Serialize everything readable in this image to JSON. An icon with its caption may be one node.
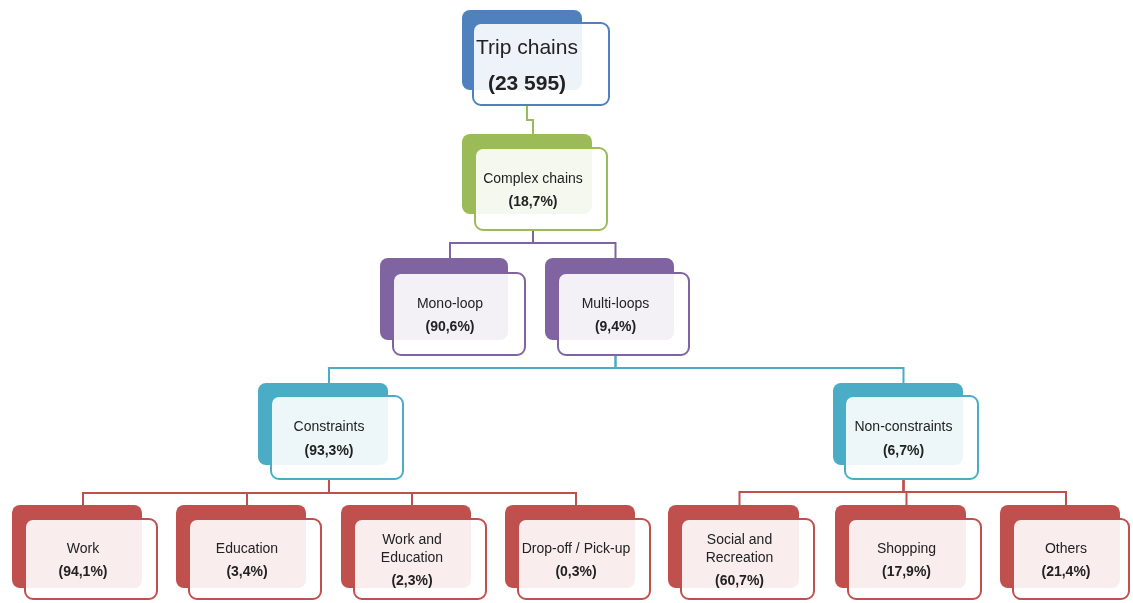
{
  "diagram": {
    "nodes": [
      {
        "text": [
          "Trip chains",
          "(23 595)"
        ]
      },
      {
        "text": [
          "Complex chains",
          "(18,7%)"
        ]
      },
      {
        "text": [
          "Mono-loop",
          "(90,6%)"
        ]
      },
      {
        "text": [
          "Multi-loops",
          "(9,4%)"
        ]
      },
      {
        "text": [
          "Constraints",
          "(93,3%)"
        ]
      },
      {
        "text": [
          "Non-constraints",
          "(6,7%)"
        ]
      },
      {
        "text": [
          "Work",
          "(94,1%)"
        ]
      },
      {
        "text": [
          "Education",
          "(3,4%)"
        ]
      },
      {
        "text": [
          "Work and Education",
          "(2,3%)"
        ]
      },
      {
        "text": [
          "Drop-off / Pick-up",
          "(0,3%)"
        ]
      },
      {
        "text": [
          "Social and Recreation",
          "(60,7%)"
        ]
      },
      {
        "text": [
          "Shopping",
          "(17,9%)"
        ]
      },
      {
        "text": [
          "Others",
          "(21,4%)"
        ]
      }
    ],
    "edges": [
      {
        "from": 0,
        "to": 1,
        "arrow": "none",
        "color": "#9bbb59"
      },
      {
        "from": 1,
        "to": 2,
        "arrow": "none",
        "color": "#8064a2"
      },
      {
        "from": 1,
        "to": 3,
        "arrow": "none",
        "color": "#8064a2"
      },
      {
        "from": 3,
        "to": 4,
        "arrow": "none",
        "color": "#4bacc6"
      },
      {
        "from": 3,
        "to": 5,
        "arrow": "none",
        "color": "#4bacc6"
      },
      {
        "from": 4,
        "to": 6,
        "arrow": "none"
      },
      {
        "from": 4,
        "to": 7,
        "arrow": "none"
      },
      {
        "from": 4,
        "to": 8,
        "arrow": "none"
      },
      {
        "from": 4,
        "to": 9,
        "arrow": "none"
      },
      {
        "from": 5,
        "to": 10,
        "arrow": "none"
      },
      {
        "from": 5,
        "to": 11,
        "arrow": "none"
      },
      {
        "from": 5,
        "to": 12,
        "arrow": "none"
      }
    ]
  }
}
